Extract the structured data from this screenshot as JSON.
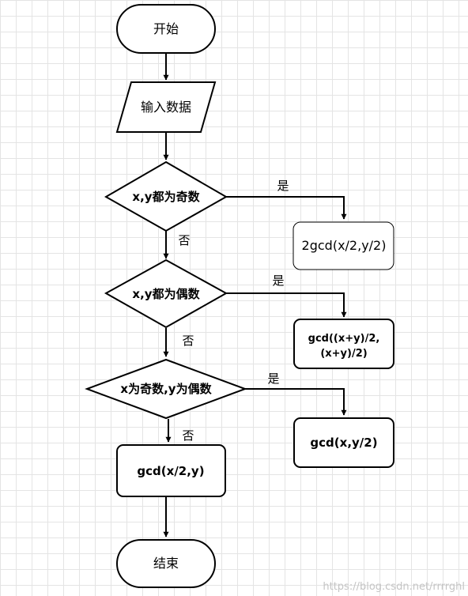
{
  "nodes": {
    "start": "开始",
    "input": "输入数据",
    "cond_odd": "x,y都为奇数",
    "result_odd": "2gcd(x/2,y/2)",
    "cond_even": "x,y都为偶数",
    "result_even_line1": "gcd((x+y)/2,",
    "result_even_line2": "(x+y)/2)",
    "cond_mixed": "x为奇数,y为偶数",
    "result_mixed": "gcd(x,y/2)",
    "result_default": "gcd(x/2,y)",
    "end": "结束"
  },
  "edges": {
    "yes": "是",
    "no": "否"
  },
  "watermark": "https://blog.csdn.net/rrrrghl"
}
